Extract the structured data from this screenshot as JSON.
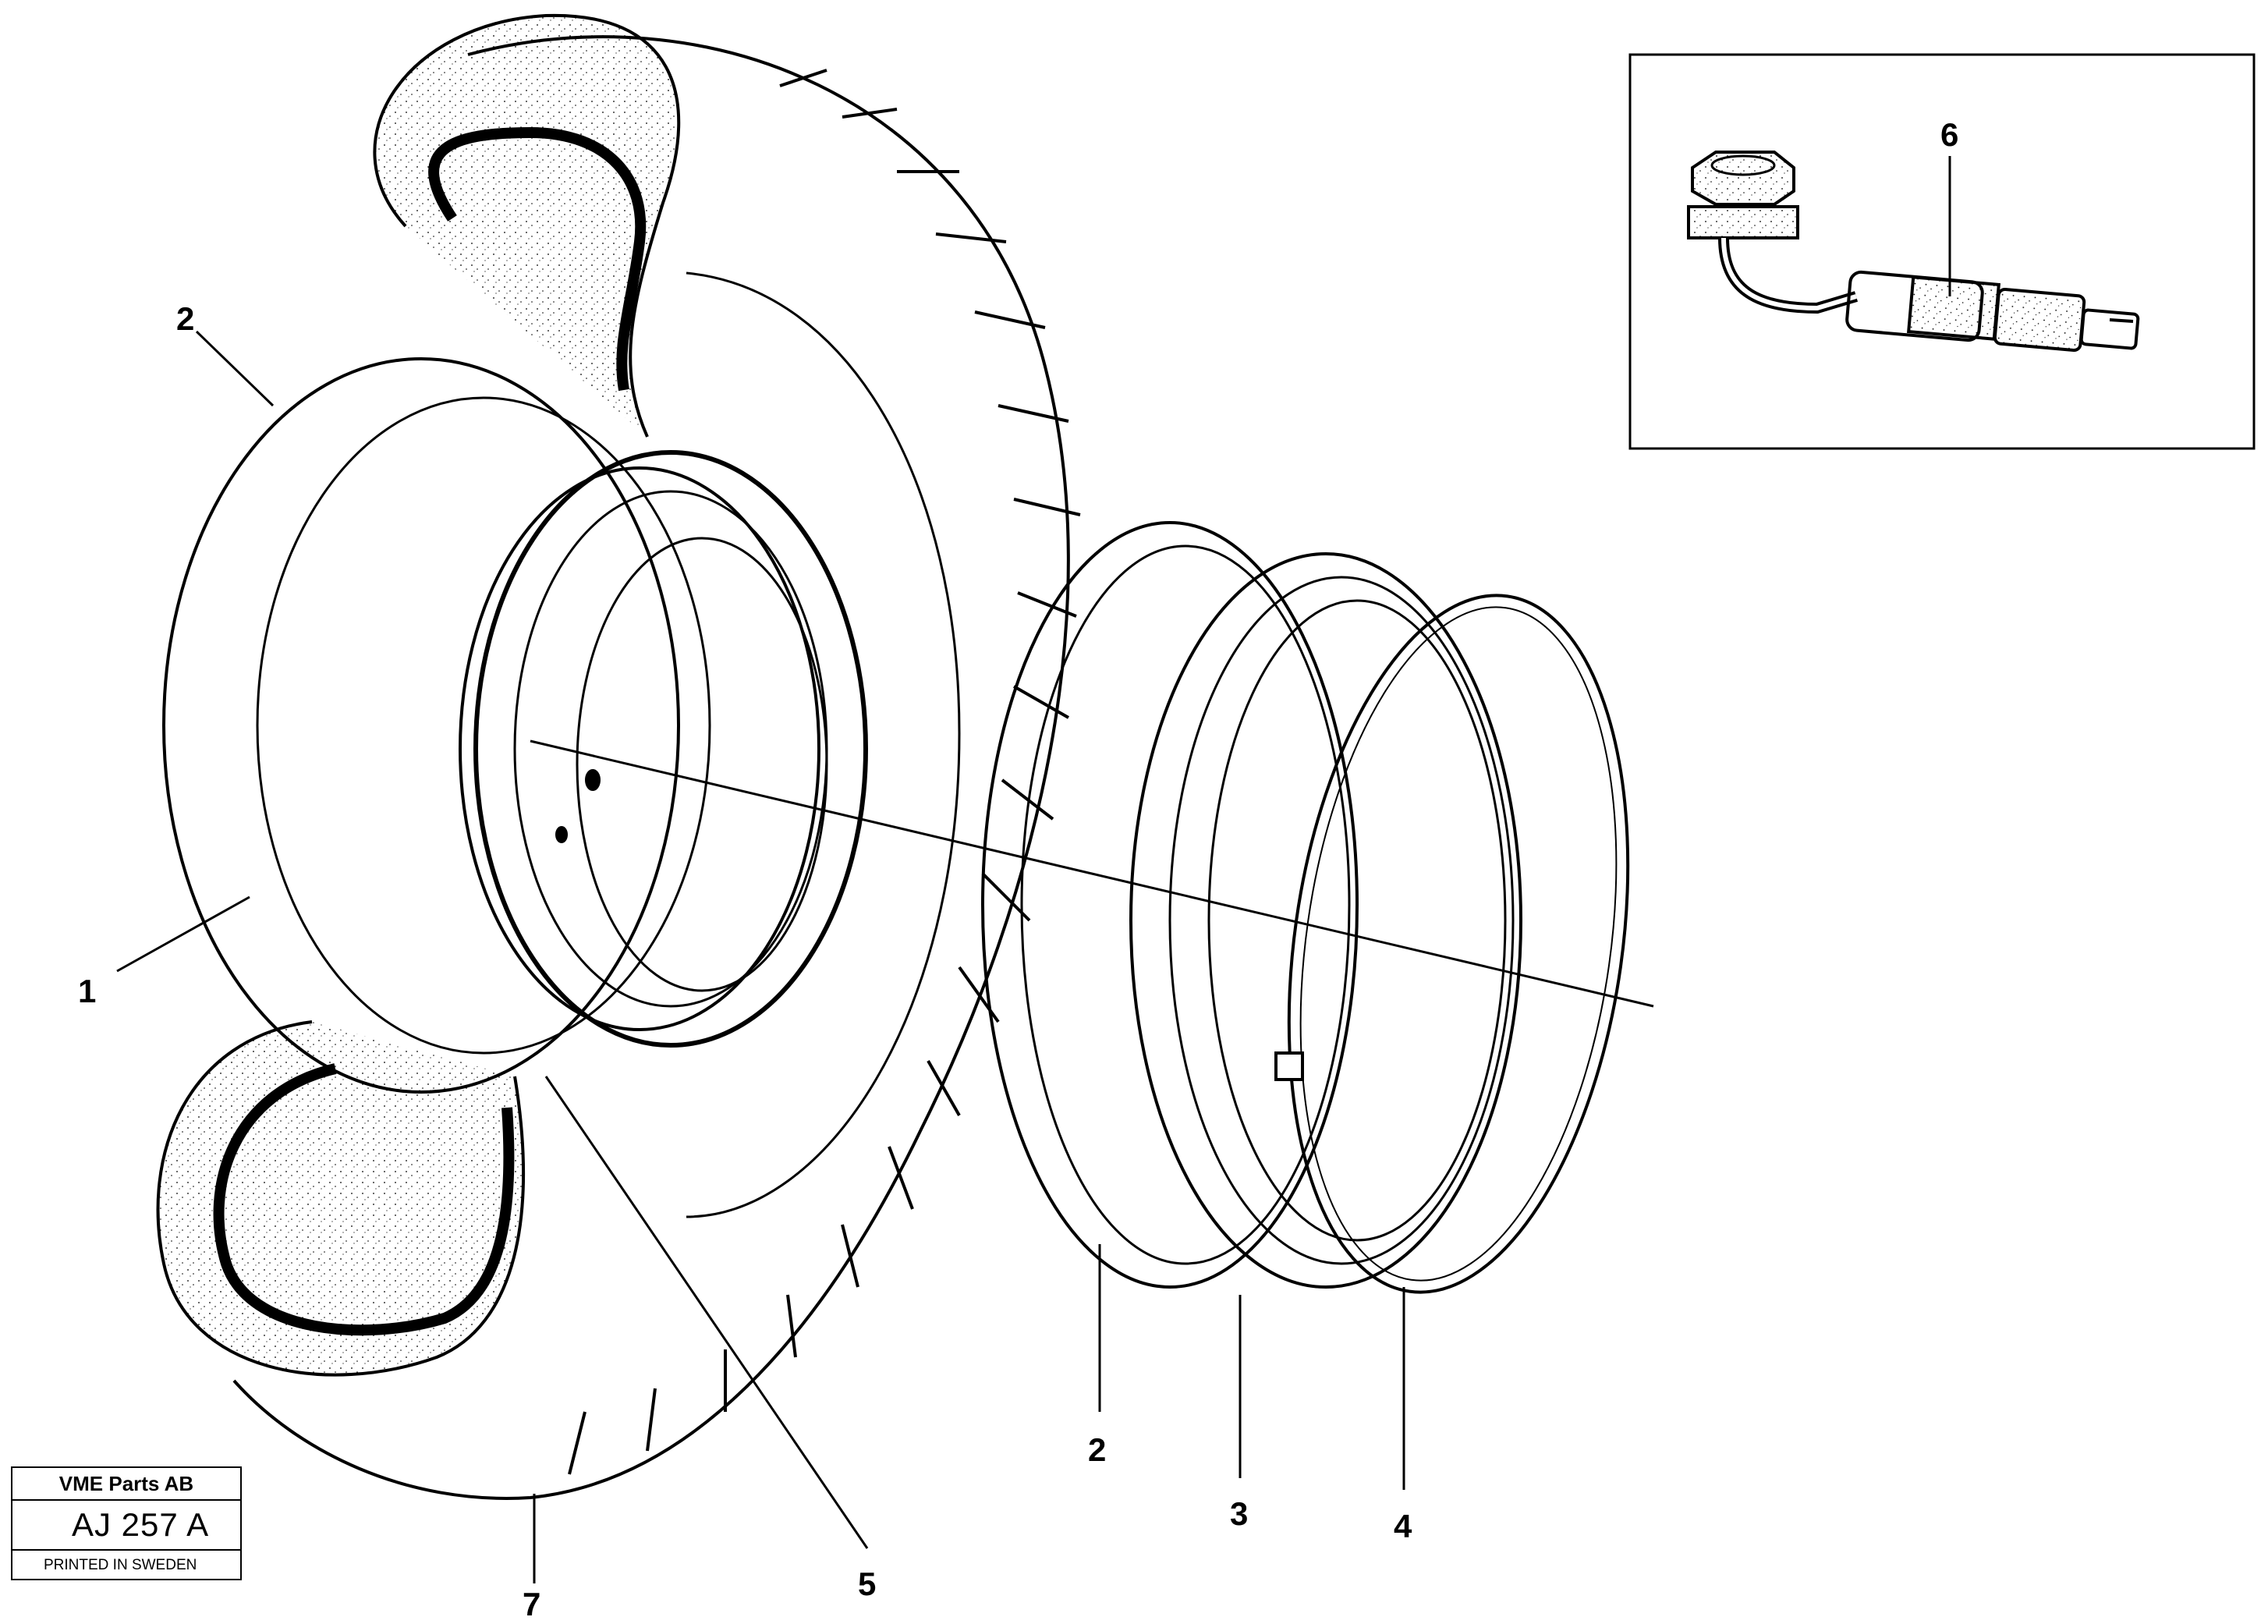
{
  "callouts": [
    {
      "id": "callout-1",
      "text": "1"
    },
    {
      "id": "callout-2-left",
      "text": "2"
    },
    {
      "id": "callout-2-bottom",
      "text": "2"
    },
    {
      "id": "callout-3",
      "text": "3"
    },
    {
      "id": "callout-4",
      "text": "4"
    },
    {
      "id": "callout-5",
      "text": "5"
    },
    {
      "id": "callout-6",
      "text": "6"
    },
    {
      "id": "callout-7",
      "text": "7"
    }
  ],
  "stamp": {
    "company": "VME Parts AB",
    "code": "AJ 257 A",
    "printed": "PRINTED IN SWEDEN"
  },
  "colors": {
    "ink": "#000000",
    "paper": "#ffffff"
  }
}
